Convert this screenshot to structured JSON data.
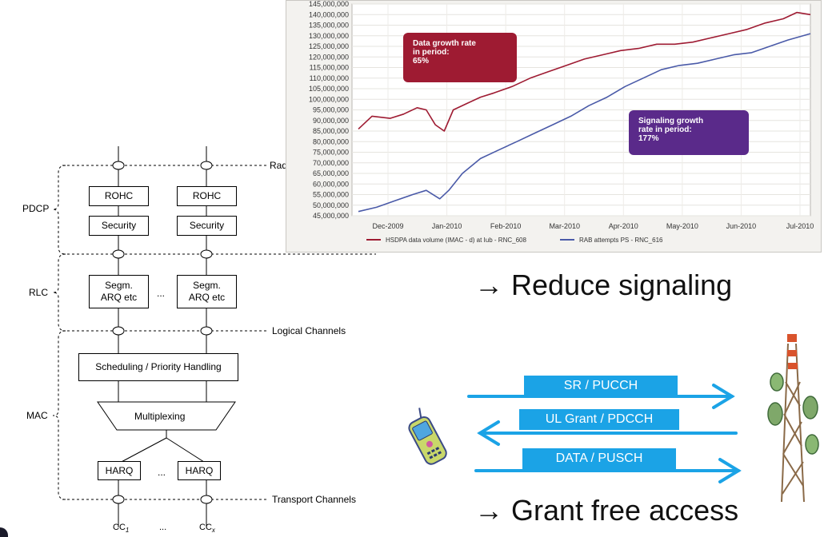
{
  "stack": {
    "pdcp_label": "PDCP",
    "rlc_label": "RLC",
    "mac_label": "MAC",
    "rohc": "ROHC",
    "security": "Security",
    "segm_line1": "Segm.",
    "segm_line2": "ARQ etc",
    "scheduling": "Scheduling / Priority Handling",
    "multiplexing": "Multiplexing",
    "harq": "HARQ",
    "ellipsis": "...",
    "radio_bearers": "Radio Bearers",
    "logical_channels": "Logical Channels",
    "transport_channels": "Transport Channels",
    "cc1": "CC",
    "cc1_sub": "1",
    "ccx": "CC",
    "ccx_sub": "x"
  },
  "chart_data": {
    "type": "line",
    "x_tick_labels": [
      "Dec-2009",
      "Jan-2010",
      "Feb-2010",
      "Mar-2010",
      "Apr-2010",
      "May-2010",
      "Jun-2010",
      "Jul-2010"
    ],
    "y_tick_labels": [
      "45,000,000",
      "50,000,000",
      "55,000,000",
      "60,000,000",
      "65,000,000",
      "70,000,000",
      "75,000,000",
      "80,000,000",
      "85,000,000",
      "90,000,000",
      "95,000,000",
      "100,000,000",
      "105,000,000",
      "110,000,000",
      "115,000,000",
      "120,000,000",
      "125,000,000",
      "130,000,000",
      "135,000,000",
      "140,000,000",
      "145,000,000"
    ],
    "ylim": [
      45000000,
      145000000
    ],
    "grid": true,
    "legend_position": "bottom",
    "series": [
      {
        "name": "HSDPA data volume (IMAC - d) at Iub - RNC_608",
        "color": "#9e1b32",
        "points": [
          [
            0,
            86000000
          ],
          [
            3,
            92000000
          ],
          [
            7,
            91000000
          ],
          [
            10,
            93000000
          ],
          [
            13,
            96000000
          ],
          [
            15,
            95000000
          ],
          [
            17,
            88000000
          ],
          [
            19,
            85000000
          ],
          [
            21,
            95000000
          ],
          [
            24,
            98000000
          ],
          [
            27,
            101000000
          ],
          [
            30,
            103000000
          ],
          [
            34,
            106000000
          ],
          [
            38,
            110000000
          ],
          [
            42,
            113000000
          ],
          [
            46,
            116000000
          ],
          [
            50,
            119000000
          ],
          [
            54,
            121000000
          ],
          [
            58,
            123000000
          ],
          [
            62,
            124000000
          ],
          [
            66,
            126000000
          ],
          [
            70,
            126000000
          ],
          [
            74,
            127000000
          ],
          [
            78,
            129000000
          ],
          [
            82,
            131000000
          ],
          [
            86,
            133000000
          ],
          [
            90,
            136000000
          ],
          [
            94,
            138000000
          ],
          [
            97,
            141000000
          ],
          [
            100,
            140000000
          ]
        ]
      },
      {
        "name": "RAB attempts PS - RNC_616",
        "color": "#4a5aa8",
        "points": [
          [
            0,
            47000000
          ],
          [
            4,
            49000000
          ],
          [
            8,
            52000000
          ],
          [
            12,
            55000000
          ],
          [
            15,
            57000000
          ],
          [
            18,
            53000000
          ],
          [
            20,
            57000000
          ],
          [
            23,
            65000000
          ],
          [
            27,
            72000000
          ],
          [
            31,
            76000000
          ],
          [
            35,
            80000000
          ],
          [
            39,
            84000000
          ],
          [
            43,
            88000000
          ],
          [
            47,
            92000000
          ],
          [
            51,
            97000000
          ],
          [
            55,
            101000000
          ],
          [
            59,
            106000000
          ],
          [
            63,
            110000000
          ],
          [
            67,
            114000000
          ],
          [
            71,
            116000000
          ],
          [
            75,
            117000000
          ],
          [
            79,
            119000000
          ],
          [
            83,
            121000000
          ],
          [
            87,
            122000000
          ],
          [
            91,
            125000000
          ],
          [
            95,
            128000000
          ],
          [
            100,
            131000000
          ]
        ]
      }
    ],
    "annotations": [
      {
        "text_lines": [
          "Data growth rate",
          "in period:",
          "65%"
        ],
        "color": "#9e1b32"
      },
      {
        "text_lines": [
          "Signaling growth",
          "rate in period:",
          "177%"
        ],
        "color": "#5a2a8a"
      }
    ]
  },
  "captions": {
    "reduce_signaling": "→ Reduce signaling",
    "grant_free": "→ Grant free access"
  },
  "arrows": {
    "sr": "SR / PUCCH",
    "ul_grant": "UL Grant / PDCCH",
    "data": "DATA / PUSCH"
  },
  "colors": {
    "arrow_blue": "#1ba3e6",
    "data_red": "#9e1b32",
    "signal_purple": "#5a2a8a"
  }
}
